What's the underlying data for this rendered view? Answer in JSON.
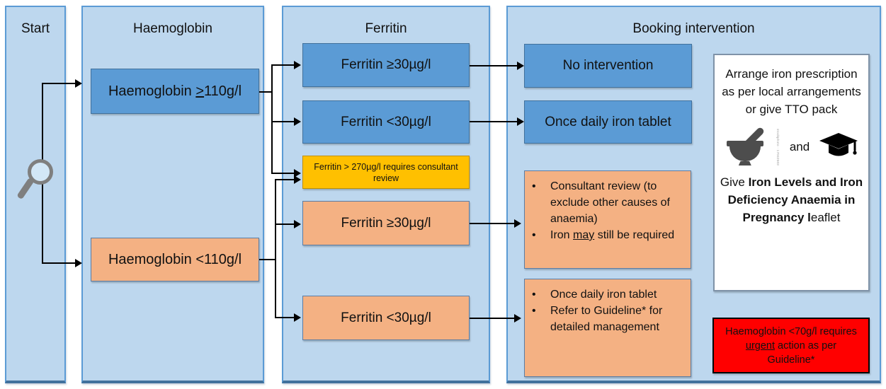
{
  "misc": {
    "bullet": "•"
  },
  "colors": {
    "panel_fill": "#BDD7EE",
    "panel_border": "#5B9BD5",
    "blue_box": "#5B9BD5",
    "orange_box": "#F4B183",
    "yellow_box": "#FFC000",
    "red_box": "#FF0000",
    "white_box": "#FFFFFF",
    "arrow": "#000000"
  },
  "headers": {
    "start": "Start",
    "haemoglobin": "Haemoglobin",
    "ferritin": "Ferritin",
    "booking": "Booking intervention"
  },
  "haemoglobin": {
    "high": {
      "pre": "Haemoglobin ",
      "gesym": ">",
      "post": "110g/l"
    },
    "low": {
      "label": "Haemoglobin <110g/l"
    }
  },
  "ferritin": {
    "high_blue": {
      "label": "Ferritin ≥30µg/l"
    },
    "low_blue": {
      "label": "Ferritin <30µg/l"
    },
    "consultant_note": {
      "label": "Ferritin > 270µg/l requires consultant review"
    },
    "high_orange": {
      "label": "Ferritin ≥30µg/l"
    },
    "low_orange": {
      "label": "Ferritin <30µg/l"
    }
  },
  "booking": {
    "no_intervention": {
      "label": "No intervention"
    },
    "once_daily_blue": {
      "label": "Once daily iron tablet"
    },
    "consultant_review": {
      "bullet1": "Consultant review (to exclude other causes of anaemia)",
      "bullet2_pre": "Iron ",
      "bullet2_underlined": "may",
      "bullet2_post": " still be required"
    },
    "iron_tablet": {
      "bullet1": "Once daily iron tablet",
      "bullet2": "Refer to Guideline* for detailed management"
    },
    "prescription": {
      "text": "Arrange iron prescription as per local arrangements or give TTO pack",
      "and_label": "and",
      "watermark": "stockphoto · 17042503",
      "leaflet_pre": "Give ",
      "leaflet_bold": "Iron Levels and Iron Deficiency Anaemia in Pregnancy l",
      "leaflet_post": "eaflet"
    },
    "urgent": {
      "pre": "Haemoglobin <70g/l requires ",
      "underlined": "urgent",
      "post": " action as per Guideline*"
    }
  },
  "icons": {
    "magnifier": "magnifier-icon",
    "mortar_pestle": "mortar-pestle-icon",
    "graduation_cap": "graduation-cap-icon"
  }
}
